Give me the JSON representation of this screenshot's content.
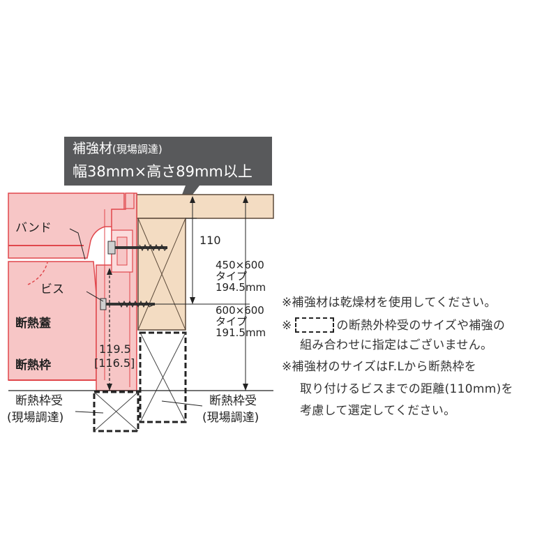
{
  "callout": {
    "title": "補強材",
    "title_sub": "(現場調達)",
    "spec": "幅38mm×高さ89mm以上"
  },
  "labels": {
    "band": "バンド",
    "screw": "ビス",
    "insulated_lid": "断熱蓋",
    "insulated_frame": "断熱枠",
    "frame_receiver_left_1": "断熱枠受",
    "frame_receiver_left_2": "(現場調達)",
    "frame_receiver_right_1": "断熱枠受",
    "frame_receiver_right_2": "(現場調達)"
  },
  "dimensions": {
    "d110": "110",
    "type450_size": "450×600",
    "type450_word": "タイプ",
    "type450_value": "194.5mm",
    "type600_size": "600×600",
    "type600_word": "タイプ",
    "type600_value": "191.5mm",
    "height_main": "119.5",
    "height_alt": "[116.5]"
  },
  "notes": {
    "n1": "※補強材は乾燥材を使用してください。",
    "n2_a": "※",
    "n2_b": "の断熱外枠受のサイズや補強の",
    "n2_c": "組み合わせに指定はございません。",
    "n3_a": "※補強材のサイズはF.Lから断熱枠を",
    "n3_b": "取り付けるビスまでの距離(110mm)を",
    "n3_c": "考慮して選定してください。"
  },
  "colors": {
    "frame_pink": "#f7c6c6",
    "frame_red": "#e0474c",
    "wood": "#f3dcc2",
    "wood_edge": "#5c4a3a",
    "callout_bg": "#58595b"
  }
}
